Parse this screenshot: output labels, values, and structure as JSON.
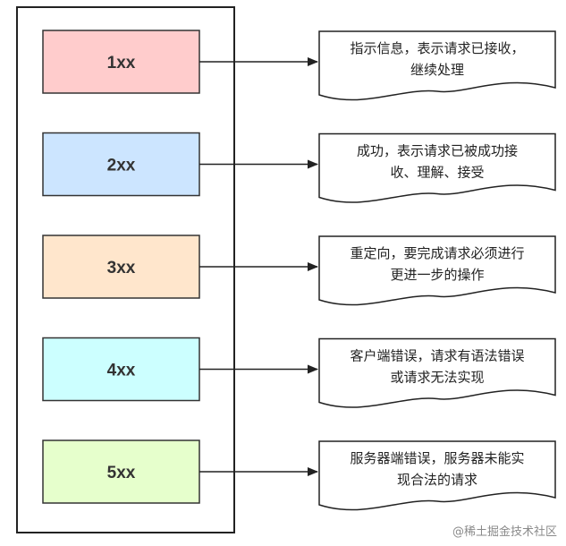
{
  "codes": [
    {
      "label": "1xx",
      "fill": "#ffcccc",
      "description_lines": [
        "指示信息，表示请求已接收，",
        "继续处理"
      ]
    },
    {
      "label": "2xx",
      "fill": "#cce5ff",
      "description_lines": [
        "成功，表示请求已被成功接",
        "收、理解、接受"
      ]
    },
    {
      "label": "3xx",
      "fill": "#ffe6cc",
      "description_lines": [
        "重定向，要完成请求必须进行",
        "更进一步的操作"
      ]
    },
    {
      "label": "4xx",
      "fill": "#ccffff",
      "description_lines": [
        "客户端错误，请求有语法错误",
        "或请求无法实现"
      ]
    },
    {
      "label": "5xx",
      "fill": "#e6ffcc",
      "description_lines": [
        "服务器端错误，服务器未能实",
        "现合法的请求"
      ]
    }
  ],
  "credit": "@稀土掘金技术社区"
}
